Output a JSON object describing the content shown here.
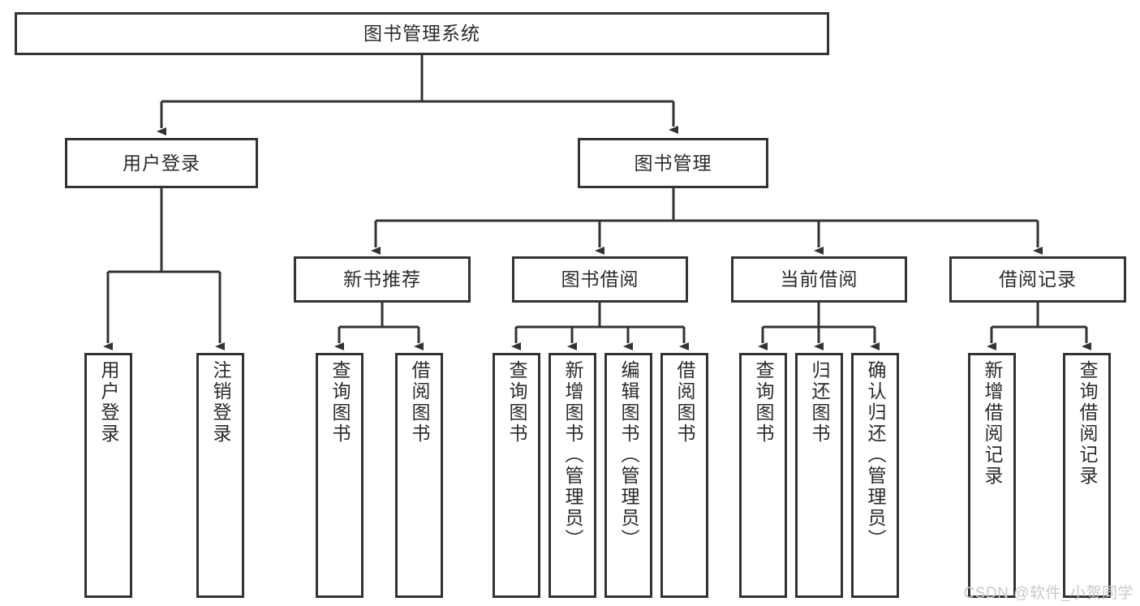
{
  "diagram": {
    "type": "tree-hierarchy",
    "title": "图书管理系统",
    "colors": {
      "box_border": "#333333",
      "box_fill": "#ffffff",
      "connector": "#333333",
      "text": "#2b2b2b",
      "watermark": "#c9c9c9"
    },
    "root": {
      "label": "图书管理系统"
    },
    "level2": [
      {
        "label": "用户登录"
      },
      {
        "label": "图书管理"
      }
    ],
    "level3": [
      {
        "label": "新书推荐"
      },
      {
        "label": "图书借阅"
      },
      {
        "label": "当前借阅"
      },
      {
        "label": "借阅记录"
      }
    ],
    "leaves": {
      "user_login": [
        {
          "label": "用户登录"
        },
        {
          "label": "注销登录"
        }
      ],
      "new_book_recommend": [
        {
          "label": "查询图书"
        },
        {
          "label": "借阅图书"
        }
      ],
      "book_borrow": [
        {
          "label": "查询图书"
        },
        {
          "label": "新增图书（管理员）"
        },
        {
          "label": "编辑图书（管理员）"
        },
        {
          "label": "借阅图书"
        }
      ],
      "current_borrow": [
        {
          "label": "查询图书"
        },
        {
          "label": "归还图书"
        },
        {
          "label": "确认归还（管理员）"
        }
      ],
      "borrow_record": [
        {
          "label": "新增借阅记录"
        },
        {
          "label": "查询借阅记录"
        }
      ]
    }
  },
  "watermark": {
    "text": "CSDN @软件_小贺同学"
  }
}
